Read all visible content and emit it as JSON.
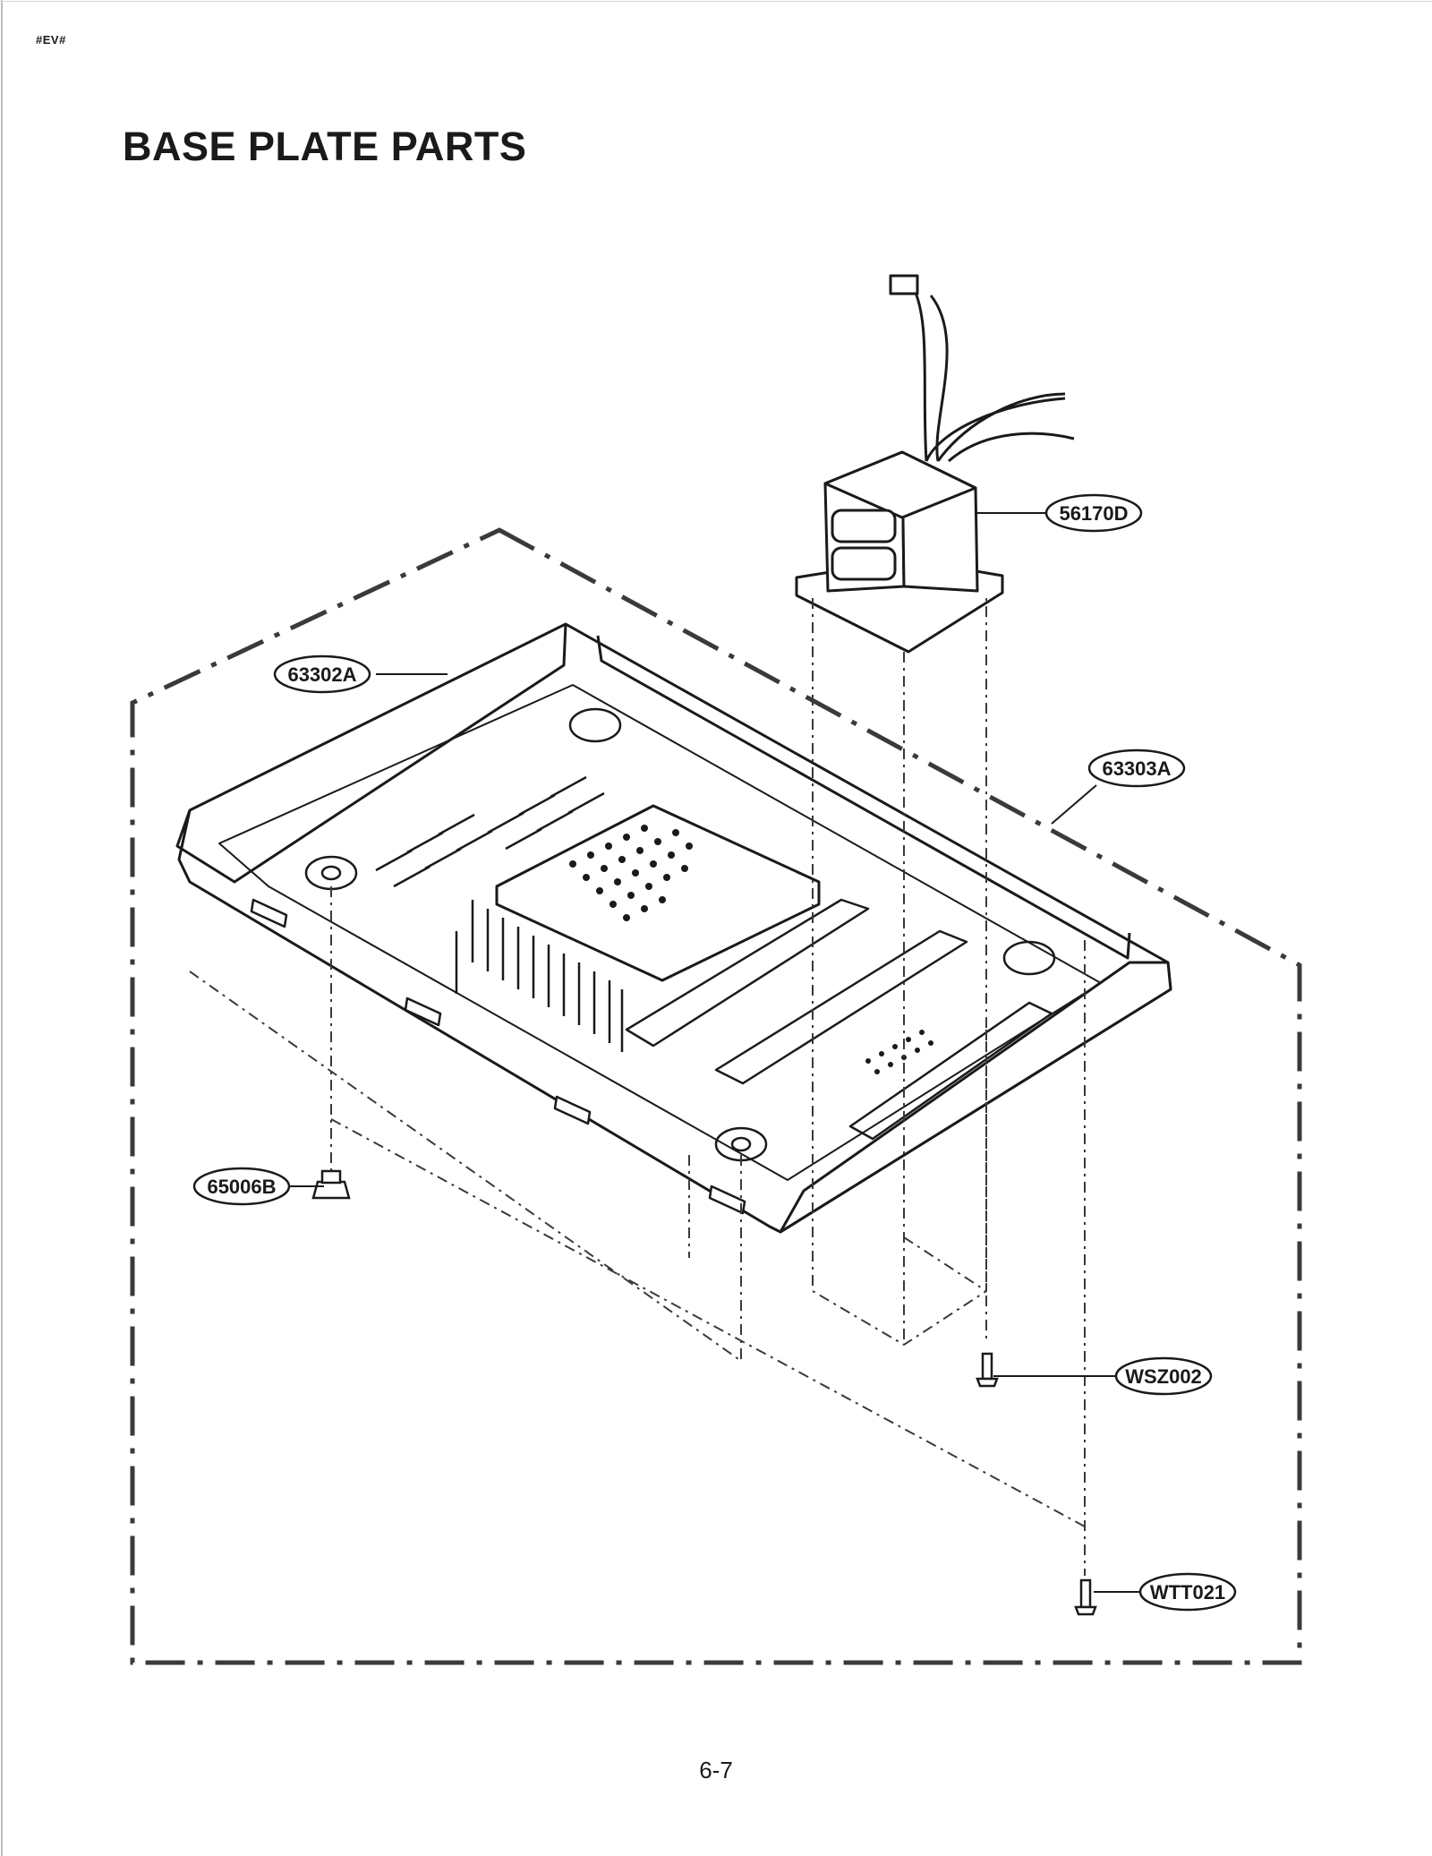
{
  "header": {
    "code": "#EV#"
  },
  "title": "BASE PLATE PARTS",
  "parts": [
    {
      "id": "part-56170D",
      "label": "56170D"
    },
    {
      "id": "part-63302A",
      "label": "63302A"
    },
    {
      "id": "part-63303A",
      "label": "63303A"
    },
    {
      "id": "part-65006B",
      "label": "65006B"
    },
    {
      "id": "part-WSZ002",
      "label": "WSZ002"
    },
    {
      "id": "part-WTT021",
      "label": "WTT021"
    }
  ],
  "footer": {
    "page_number": "6-7"
  }
}
